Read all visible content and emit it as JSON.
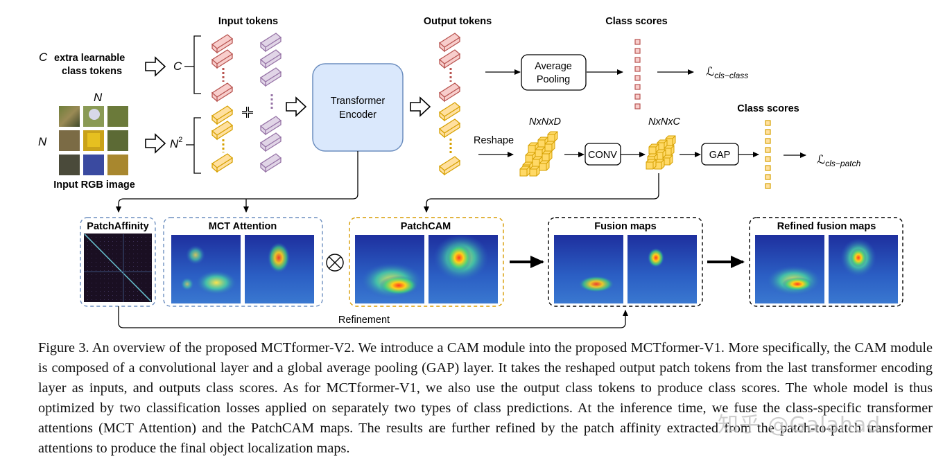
{
  "labels": {
    "input_tokens": "Input tokens",
    "output_tokens": "Output tokens",
    "class_scores_top": "Class scores",
    "class_scores_bottom": "Class scores",
    "extra_tokens_line1": "extra learnable",
    "extra_tokens_line2": "class tokens",
    "C": "C",
    "N": "N",
    "N2_base": "N",
    "N2_exp": "2",
    "input_rgb": "Input RGB image",
    "transformer_line1": "Transformer",
    "transformer_line2": "Encoder",
    "average_pooling_line1": "Average",
    "average_pooling_line2": "Pooling",
    "reshape": "Reshape",
    "nxnxd": "NxNxD",
    "nxnxc": "NxNxC",
    "conv": "CONV",
    "gap": "GAP",
    "loss_class_L": "ℒ",
    "loss_class_sub": "cls−class",
    "loss_patch_L": "ℒ",
    "loss_patch_sub": "cls−patch",
    "patch_affinity": "PatchAffinity",
    "mct_attention": "MCT Attention",
    "patchcam": "PatchCAM",
    "fusion_maps": "Fusion maps",
    "refined_fusion_maps": "Refined fusion maps",
    "otimes": "⊗",
    "refinement": "Refinement"
  },
  "caption": "Figure 3. An overview of the proposed MCTformer-V2. We introduce a CAM module into the proposed MCTformer-V1. More specifically, the CAM module is composed of a convolutional layer and a global average pooling (GAP) layer. It takes the reshaped output patch tokens from the last transformer encoding layer as inputs, and outputs class scores. As for MCTformer-V1, we also use the output class tokens to produce class scores. The whole model is thus optimized by two classification losses applied on separately two types of class predictions. At the inference time, we fuse the class-specific transformer attentions (MCT Attention) and the PatchCAM maps. The results are further refined by the patch affinity extracted from the patch-to-patch transformer attentions to produce the final object localization maps.",
  "watermark": "知乎 @Galahad",
  "colors": {
    "class_token_fill": "#f8cecc",
    "class_token_stroke": "#b85450",
    "patch_token_fill": "#ffe6a0",
    "patch_token_stroke": "#d6a000",
    "purple_fill": "#e1d5e7",
    "purple_stroke": "#9673a6",
    "encoder_fill": "#dae8fc",
    "encoder_stroke": "#6c8ebf",
    "blue_dash": "#6c8ebf",
    "orange_dash": "#d79b00"
  }
}
